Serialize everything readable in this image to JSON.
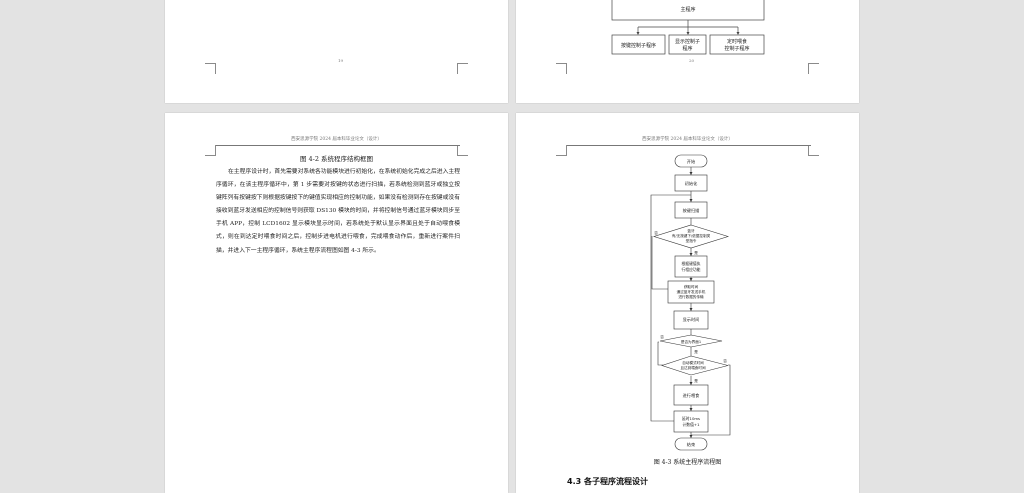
{
  "page_top_left": {
    "page_number": "19"
  },
  "page_top_right": {
    "page_number": "20",
    "main_box_label": "主程序",
    "sub_box_1": "按键控制子程序",
    "sub_box_2": [
      "显示控制子",
      "程序"
    ],
    "sub_box_3": [
      "定时喂食",
      "控制子程序"
    ]
  },
  "page_bottom_left": {
    "header": "西安思源学院 2024 届本科毕业论文（设计）",
    "figure_caption": "图 4-2  系统程序结构框图",
    "paragraph": "在主程序设计时，首先需要对系统各功能模块进行初始化，在系统初始化完成之后进入主程序循环，在该主程序循环中，第 1 步需要对按键的状态进行扫描，若系统检测到蓝牙或独立按键阵列有按键按下则根据按键按下的键值实现相应的控制功能，如果没有检测到存在按键或没有接收到蓝牙发送相应的控制信号则获取 DS130 模块的时间，并将控制信号通过蓝牙模块同步至手机 APP，控制 LCD1602 显示模块显示时间，若系统处于默认显示界面且处于自动喂食模式，则在到达定时喂食时间之后，控制步进电机进行喂食，完成喂食动作后，重新进行案件扫描，并进入下一主程序循环，系统主程序流程图如图 4-3 所示。"
  },
  "page_bottom_right": {
    "header": "西安思源学院 2024 届本科毕业论文（设计）",
    "figure_caption": "图 4-3  系统主程序流程图",
    "section_heading": "4.3  各子程序流程设计",
    "flow": {
      "start": "开始",
      "init": "初始化",
      "scan": "按键扫描",
      "decision1": [
        "蓝牙",
        "有/无按键下/依据控制类",
        "型指令"
      ],
      "yes1": "是",
      "no1": "否",
      "handle": [
        "根据键值执",
        "行相应功能"
      ],
      "gettime": [
        "获取时间",
        "通过蓝牙发送手机",
        "进行数据的传输"
      ],
      "display": "显示时间",
      "decision2": "是否为界面1",
      "yes2": "是",
      "no2": "否",
      "decision3": [
        "自动模式时间",
        "且达到喂食时间"
      ],
      "yes3": "是",
      "no3": "否",
      "feed": "进行喂食",
      "delay": [
        "延时10ms",
        "计数值+1"
      ],
      "end": "结束"
    }
  }
}
